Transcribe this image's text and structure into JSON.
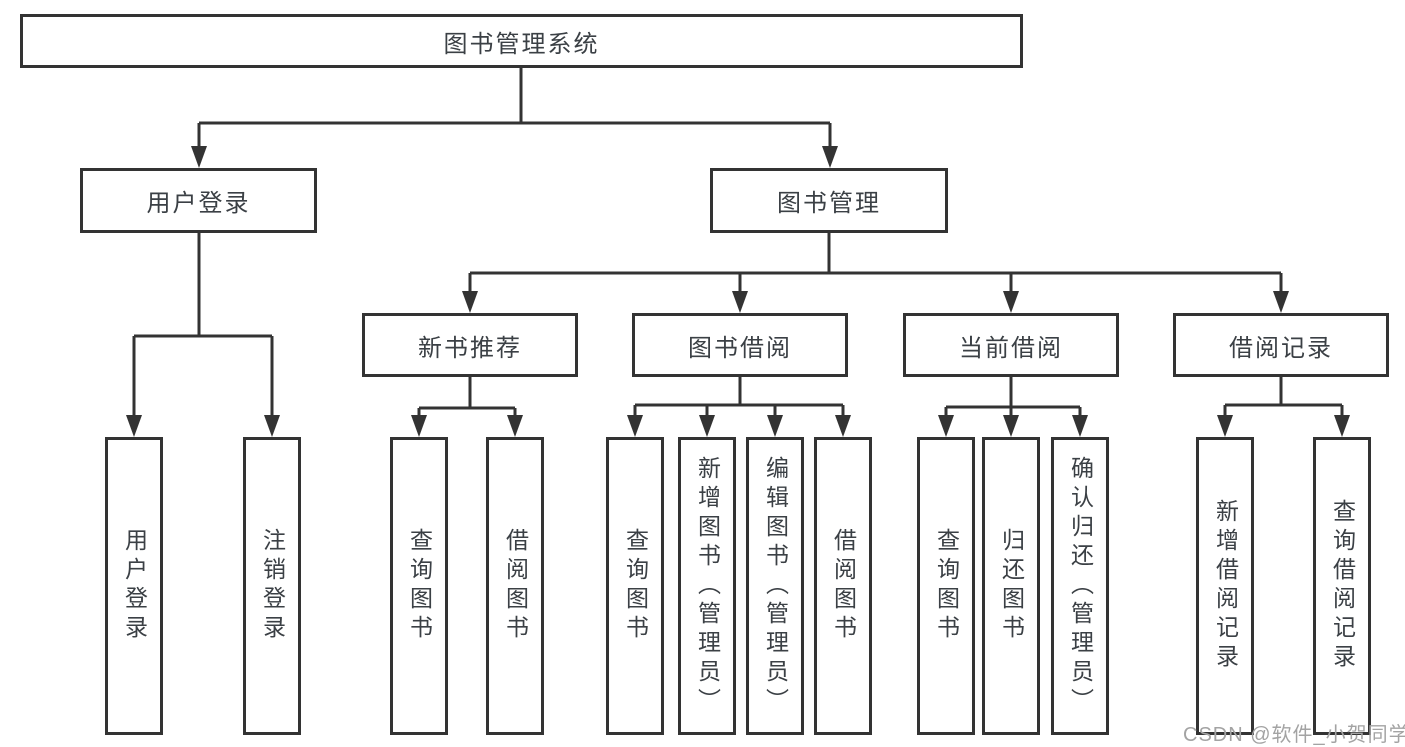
{
  "diagram": {
    "root": {
      "label": "图书管理系统"
    },
    "level2": [
      {
        "label": "用户登录"
      },
      {
        "label": "图书管理"
      }
    ],
    "level3": [
      {
        "label": "新书推荐"
      },
      {
        "label": "图书借阅"
      },
      {
        "label": "当前借阅"
      },
      {
        "label": "借阅记录"
      }
    ],
    "leaves": [
      {
        "label": "用户登录"
      },
      {
        "label": "注销登录"
      },
      {
        "label": "查询图书"
      },
      {
        "label": "借阅图书"
      },
      {
        "label": "查询图书"
      },
      {
        "label": "新增图书（管理员）"
      },
      {
        "label": "编辑图书（管理员）"
      },
      {
        "label": "借阅图书"
      },
      {
        "label": "查询图书"
      },
      {
        "label": "归还图书"
      },
      {
        "label": "确认归还（管理员）"
      },
      {
        "label": "新增借阅记录"
      },
      {
        "label": "查询借阅记录"
      }
    ]
  },
  "watermark": {
    "text": "CSDN @软件_小贺同学"
  },
  "colors": {
    "line": "#333333",
    "box_border": "#333333",
    "box_fill": "#ffffff",
    "label_text": "#3b4045",
    "watermark_text": "#a3a3a3",
    "background": "#ffffff"
  }
}
